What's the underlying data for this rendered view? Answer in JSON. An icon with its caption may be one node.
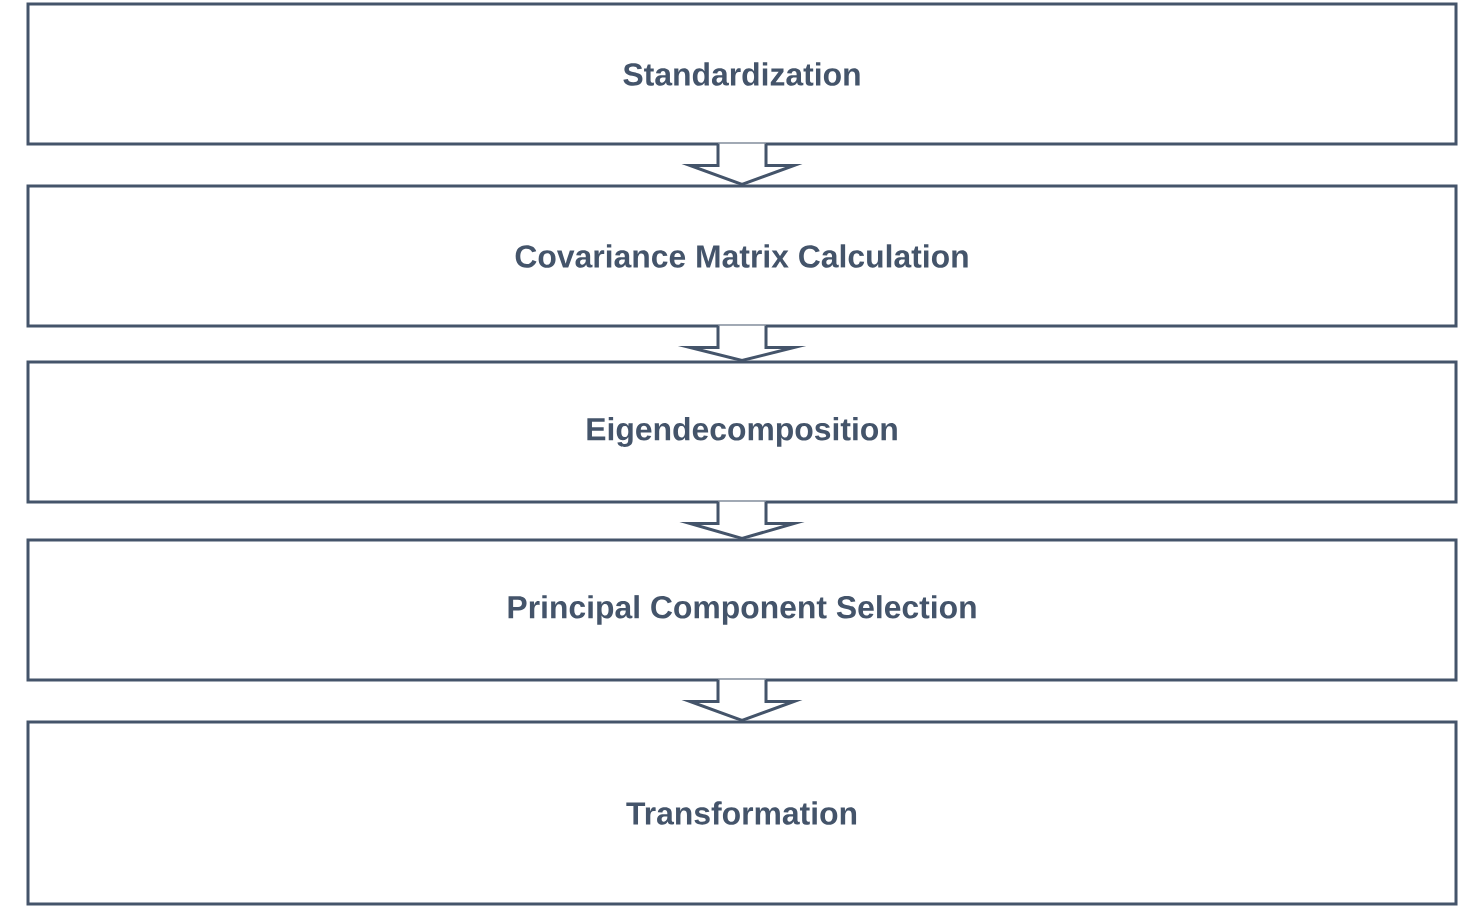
{
  "diagram": {
    "nodes": [
      {
        "text": [
          "Standardization"
        ]
      },
      {
        "text": [
          "Covariance Matrix Calculation"
        ]
      },
      {
        "text": [
          "Eigendecomposition"
        ]
      },
      {
        "text": [
          "Principal Component Selection"
        ]
      },
      {
        "text": [
          "Transformation"
        ]
      }
    ],
    "edges": [
      {
        "from": 0,
        "to": 1,
        "arrow": "to"
      },
      {
        "from": 1,
        "to": 2,
        "arrow": "to"
      },
      {
        "from": 2,
        "to": 3,
        "arrow": "to"
      },
      {
        "from": 3,
        "to": 4,
        "arrow": "to"
      }
    ]
  }
}
